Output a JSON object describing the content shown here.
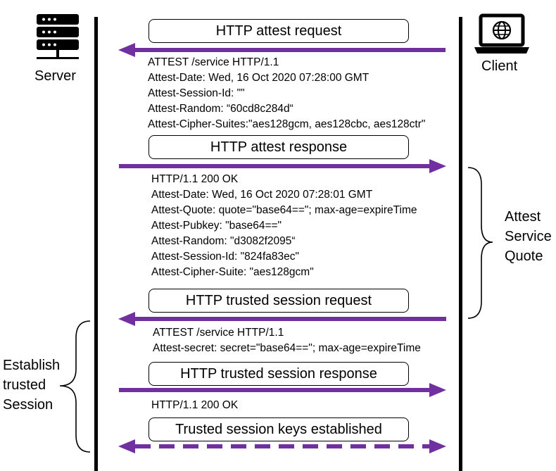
{
  "actors": {
    "server": {
      "label": "Server"
    },
    "client": {
      "label": "Client"
    }
  },
  "colors": {
    "arrow": "#7030a0",
    "lifeline": "#000000"
  },
  "messages": [
    {
      "label": "HTTP attest request",
      "direction": "client-to-server",
      "style": "solid",
      "headers": [
        "ATTEST /service HTTP/1.1",
        "Attest-Date: Wed, 16 Oct 2020 07:28:00 GMT",
        "Attest-Session-Id: \"\"",
        "Attest-Random: “60cd8c284d“",
        "Attest-Cipher-Suites:\"aes128gcm, aes128cbc, aes128ctr\""
      ]
    },
    {
      "label": "HTTP attest response",
      "direction": "server-to-client",
      "style": "solid",
      "headers": [
        "HTTP/1.1 200 OK",
        "Attest-Date: Wed, 16 Oct 2020 07:28:01 GMT",
        "Attest-Quote: quote=\"base64==\"; max-age=expireTime",
        "Attest-Pubkey: \"base64==\"",
        "Attest-Random: \"d3082f2095“",
        "Attest-Session-Id: \"824fa83ec\"",
        "Attest-Cipher-Suite: \"aes128gcm\""
      ]
    },
    {
      "label": "HTTP trusted session request",
      "direction": "client-to-server",
      "style": "solid",
      "headers": [
        "ATTEST /service HTTP/1.1",
        "Attest-secret: secret=\"base64==\"; max-age=expireTime"
      ]
    },
    {
      "label": "HTTP trusted session response",
      "direction": "server-to-client",
      "style": "solid",
      "headers": [
        "HTTP/1.1 200 OK"
      ]
    },
    {
      "label": "Trusted session keys established",
      "direction": "bidirectional",
      "style": "dashed",
      "headers": []
    }
  ],
  "groups": {
    "attest_quote": {
      "lines": [
        "Attest",
        "Service",
        "Quote"
      ]
    },
    "establish_session": {
      "lines": [
        "Establish",
        "trusted",
        "Session"
      ]
    }
  },
  "icons": {
    "server": "server-rack-icon",
    "client": "laptop-globe-icon"
  }
}
